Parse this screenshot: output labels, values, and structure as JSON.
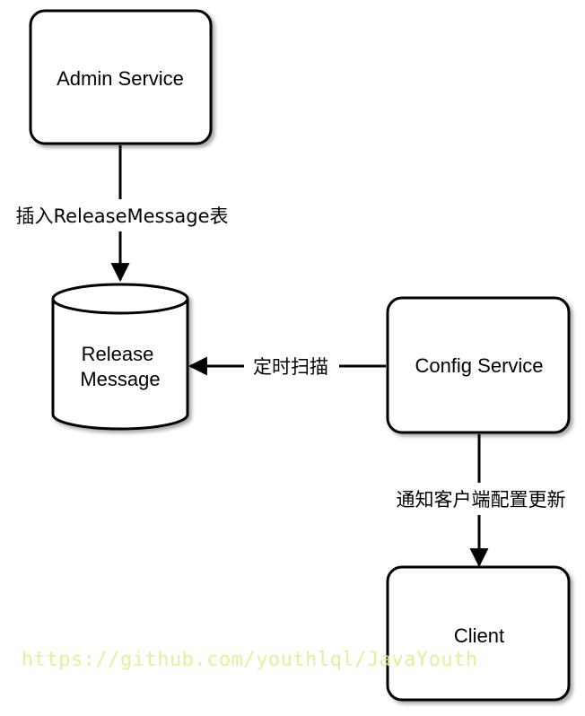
{
  "nodes": {
    "admin_service": {
      "label": "Admin Service"
    },
    "release_message": {
      "label_line1": "Release",
      "label_line2": "Message"
    },
    "config_service": {
      "label": "Config Service"
    },
    "client": {
      "label": "Client"
    }
  },
  "edges": {
    "admin_to_release": {
      "label": "插入ReleaseMessage表"
    },
    "config_to_release": {
      "label": "定时扫描"
    },
    "config_to_client": {
      "label": "通知客户端配置更新"
    }
  },
  "watermark": {
    "text": "https://github.com/youthlql/JavaYouth",
    "color": "#dcef88"
  },
  "colors": {
    "stroke": "#000000",
    "fill": "#ffffff"
  }
}
